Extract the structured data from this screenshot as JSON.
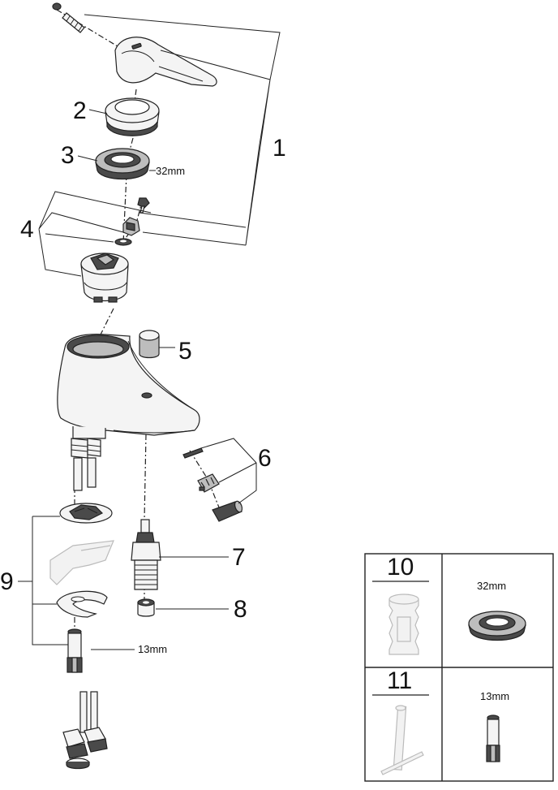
{
  "callouts": {
    "c1": "1",
    "c2": "2",
    "c3": "3",
    "c4": "4",
    "c5": "5",
    "c6": "6",
    "c7": "7",
    "c8": "8",
    "c9": "9"
  },
  "dimensions": {
    "nut_size": "32mm",
    "hose_nut_size": "13mm"
  },
  "accessories": [
    {
      "number": "10",
      "size_label": "32mm"
    },
    {
      "number": "11",
      "size_label": "13mm"
    }
  ]
}
